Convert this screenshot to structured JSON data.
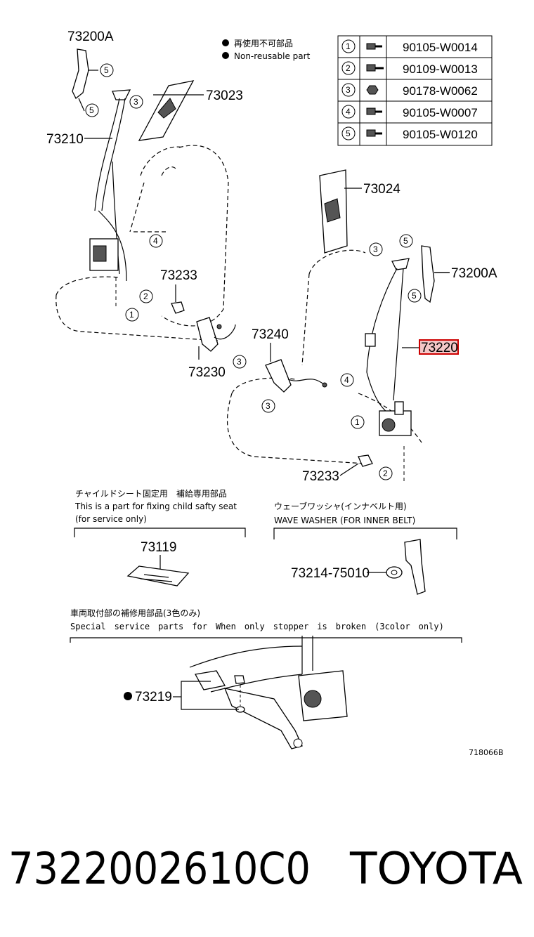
{
  "legend": {
    "jp": "再使用不可部品",
    "en": "Non-reusable part"
  },
  "fastener_table": [
    {
      "num": "1",
      "part": "90105-W0014"
    },
    {
      "num": "2",
      "part": "90109-W0013"
    },
    {
      "num": "3",
      "part": "90178-W0062"
    },
    {
      "num": "4",
      "part": "90105-W0007"
    },
    {
      "num": "5",
      "part": "90105-W0120"
    }
  ],
  "labels": {
    "p73200a_top": "73200A",
    "p73023": "73023",
    "p73210": "73210",
    "p73024": "73024",
    "p73200a_right": "73200A",
    "p73233_left": "73233",
    "p73240": "73240",
    "p73230": "73230",
    "p73220": "73220",
    "p73233_right": "73233",
    "p73119": "73119",
    "p73214": "73214-75010",
    "p73219": "73219"
  },
  "callouts": {
    "c1": "1",
    "c2": "2",
    "c3": "3",
    "c4": "4",
    "c5": "5"
  },
  "notes": {
    "child_jp": "チャイルドシート固定用　補給専用部品",
    "child_en1": "This is a part for fixing child safty seat",
    "child_en2": "(for service only)",
    "wave_jp": "ウェーブワッシャ(インナベルト用)",
    "wave_en": "WAVE WASHER (FOR INNER BELT)",
    "special_jp": "車両取付部の補修用部品(3色のみ)",
    "special_en": "Special　service　parts　for　When　only　stopper　is　broken　(3color　only)"
  },
  "figure_id": "718066B",
  "footer": {
    "part_number": "7322002610C0",
    "brand": "TOYOTA"
  },
  "colors": {
    "highlight": "#cc0000",
    "highlight_fill": "#f4c7c7"
  }
}
